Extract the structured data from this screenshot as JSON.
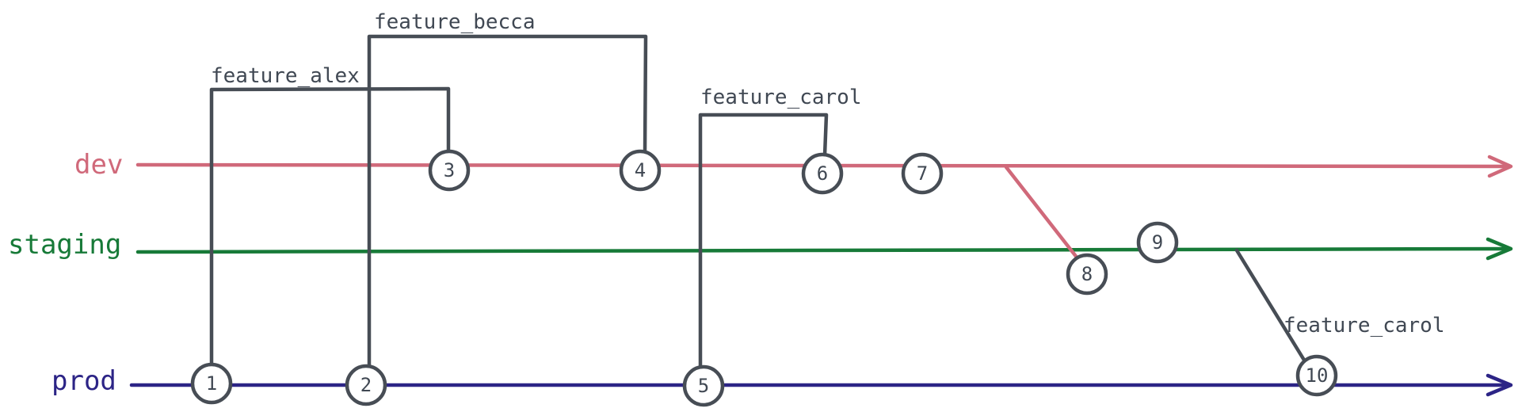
{
  "branches": {
    "dev": {
      "label": "dev",
      "color": "#d0697a"
    },
    "staging": {
      "label": "staging",
      "color": "#177a38"
    },
    "prod": {
      "label": "prod",
      "color": "#2c2486"
    }
  },
  "feature_branches": {
    "alex": {
      "label": "feature_alex"
    },
    "becca": {
      "label": "feature_becca"
    },
    "carol": {
      "label": "feature_carol"
    },
    "carol_hotfix": {
      "label": "feature_carol"
    }
  },
  "commits": [
    "1",
    "2",
    "3",
    "4",
    "5",
    "6",
    "7",
    "8",
    "9",
    "10"
  ],
  "colors": {
    "connector": "#474d55",
    "text": "#404853"
  }
}
